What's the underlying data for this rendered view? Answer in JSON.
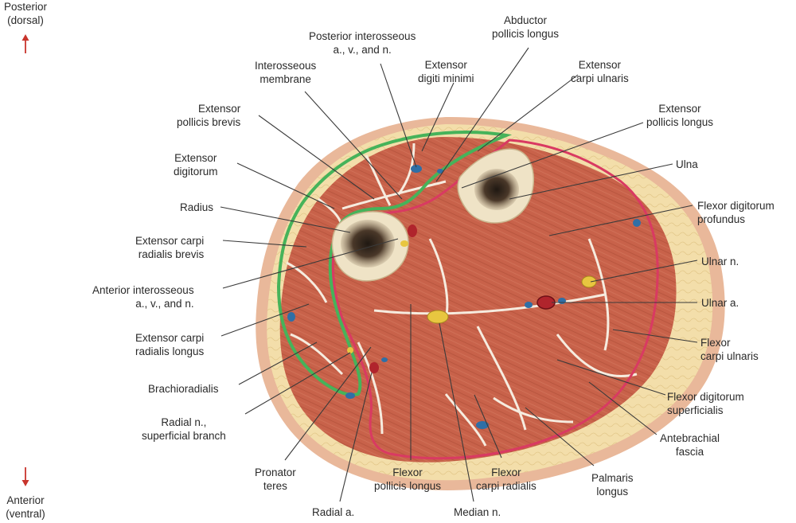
{
  "orientation": {
    "top": "Posterior\n(dorsal)",
    "bottom": "Anterior\n(ventral)",
    "arrow_color": "#c8342c"
  },
  "colors": {
    "skin": "#e9b89a",
    "fat": "#f3deaa",
    "muscle": "#c8624a",
    "muscle_dark": "#9e4333",
    "bone": "#efe3c6",
    "marrow": "#3a2c22",
    "posterior_fascia": "#46b35a",
    "antebrachial_fascia": "#d93a62",
    "artery": "#b0242c",
    "vein": "#2f6fa6",
    "nerve": "#e8c640",
    "leader": "#3a3a3a"
  },
  "labels": {
    "posterior_interosseous": "Posterior interosseous\na., v., and n.",
    "abductor_pollicis_longus": "Abductor\npollicis longus",
    "interosseous_membrane": "Interosseous\nmembrane",
    "extensor_digiti_minimi": "Extensor\ndigiti minimi",
    "extensor_carpi_ulnaris": "Extensor\ncarpi ulnaris",
    "extensor_pollicis_brevis": "Extensor\npollicis brevis",
    "extensor_pollicis_longus": "Extensor\npollicis longus",
    "extensor_digitorum": "Extensor\ndigitorum",
    "ulna": "Ulna",
    "radius": "Radius",
    "flexor_digitorum_profundus": "Flexor digitorum\nprofundus",
    "extensor_carpi_radialis_brevis": "Extensor carpi\nradialis brevis",
    "ulnar_n": "Ulnar n.",
    "anterior_interosseous": "Anterior interosseous\na., v., and n.",
    "ulnar_a": "Ulnar a.",
    "extensor_carpi_radialis_longus": "Extensor carpi\nradialis longus",
    "flexor_carpi_ulnaris": "Flexor\ncarpi ulnaris",
    "brachioradialis": "Brachioradialis",
    "flexor_digitorum_superficialis": "Flexor digitorum\nsuperficialis",
    "radial_n_superficial": "Radial n.,\nsuperficial branch",
    "antebrachial_fascia": "Antebrachial\nfascia",
    "pronator_teres": "Pronator\nteres",
    "flexor_pollicis_longus": "Flexor\npollicis longus",
    "flexor_carpi_radialis": "Flexor\ncarpi radialis",
    "palmaris_longus": "Palmaris\nlongus",
    "radial_a": "Radial a.",
    "median_n": "Median n."
  }
}
